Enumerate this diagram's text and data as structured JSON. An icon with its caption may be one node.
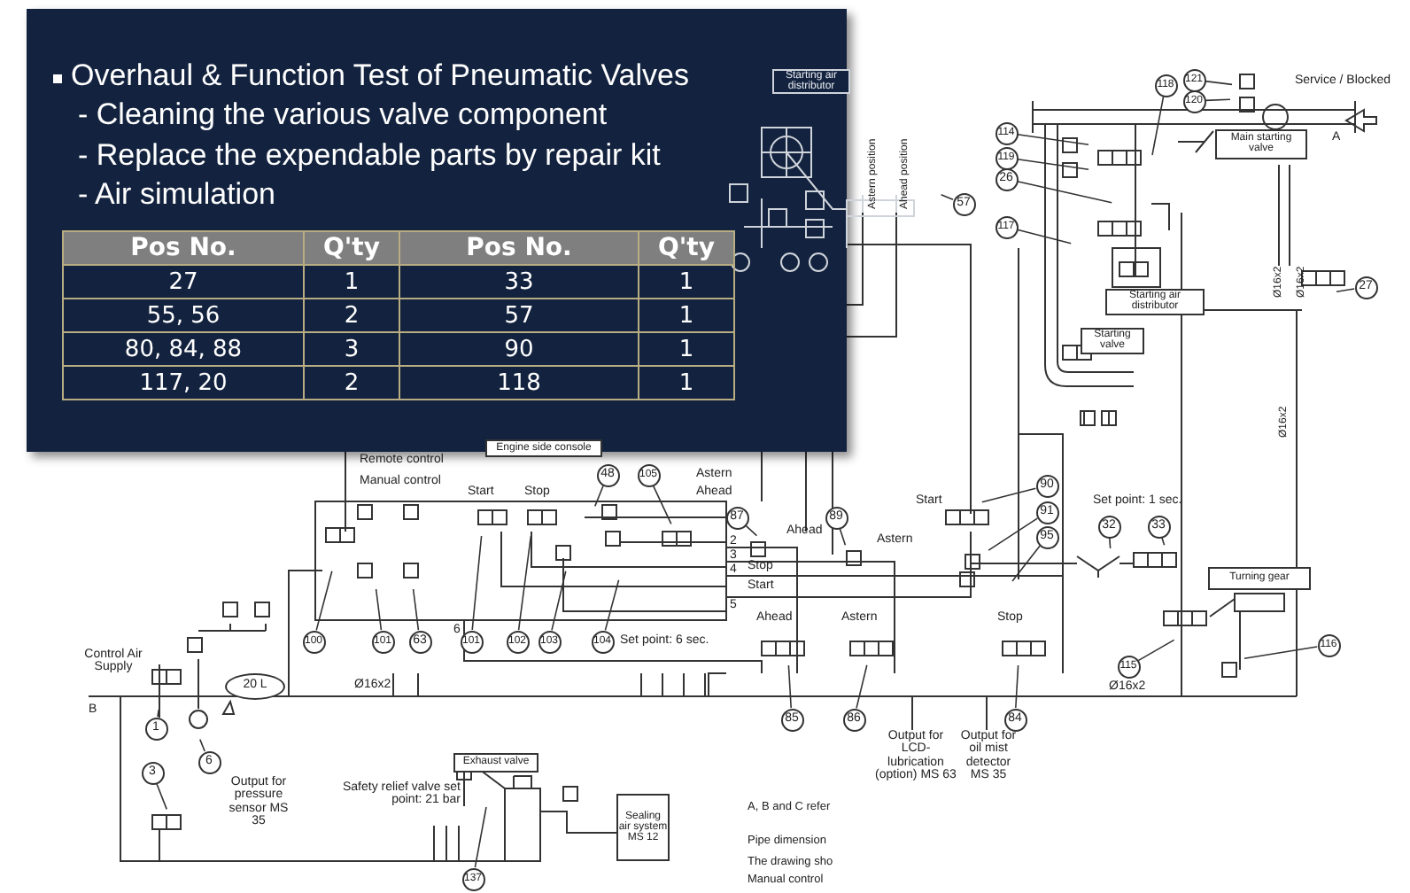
{
  "diagram": {
    "nodes": [
      {
        "text": [
          "Starting air distributor"
        ]
      },
      {
        "text": [
          "Main starting valve"
        ]
      },
      {
        "text": [
          "Starting air distributor"
        ]
      },
      {
        "text": [
          "Starting valve"
        ]
      },
      {
        "text": [
          "Engine side console"
        ]
      },
      {
        "text": [
          "Exhaust valve"
        ]
      },
      {
        "text": [
          "Sealing air system MS 12"
        ]
      },
      {
        "text": [
          "Turning gear"
        ]
      },
      {
        "text": [
          "20 L"
        ]
      },
      {
        "text": [
          "57"
        ]
      },
      {
        "text": [
          "121"
        ]
      },
      {
        "text": [
          "120"
        ]
      },
      {
        "text": [
          "118"
        ]
      },
      {
        "text": [
          "114"
        ]
      },
      {
        "text": [
          "119"
        ]
      },
      {
        "text": [
          "26"
        ]
      },
      {
        "text": [
          "117"
        ]
      },
      {
        "text": [
          "27"
        ]
      },
      {
        "text": [
          "48"
        ]
      },
      {
        "text": [
          "105"
        ]
      },
      {
        "text": [
          "100"
        ]
      },
      {
        "text": [
          "101"
        ]
      },
      {
        "text": [
          "63"
        ]
      },
      {
        "text": [
          "101"
        ]
      },
      {
        "text": [
          "102"
        ]
      },
      {
        "text": [
          "103"
        ]
      },
      {
        "text": [
          "104"
        ]
      },
      {
        "text": [
          "87"
        ]
      },
      {
        "text": [
          "89"
        ]
      },
      {
        "text": [
          "90"
        ]
      },
      {
        "text": [
          "91"
        ]
      },
      {
        "text": [
          "95"
        ]
      },
      {
        "text": [
          "32"
        ]
      },
      {
        "text": [
          "33"
        ]
      },
      {
        "text": [
          "115"
        ]
      },
      {
        "text": [
          "116"
        ]
      },
      {
        "text": [
          "85"
        ]
      },
      {
        "text": [
          "86"
        ]
      },
      {
        "text": [
          "84"
        ]
      },
      {
        "text": [
          "1"
        ]
      },
      {
        "text": [
          "6"
        ]
      },
      {
        "text": [
          "3"
        ]
      },
      {
        "text": [
          "137"
        ]
      }
    ],
    "edges": [
      {
        "from": 9,
        "to": null,
        "arrow": "none"
      },
      {
        "from": 10,
        "to": null,
        "arrow": "none"
      },
      {
        "from": 11,
        "to": null,
        "arrow": "none"
      },
      {
        "from": 12,
        "to": null,
        "arrow": "none"
      },
      {
        "from": 13,
        "to": null,
        "arrow": "none"
      },
      {
        "from": 14,
        "to": null,
        "arrow": "none"
      },
      {
        "from": 15,
        "to": null,
        "arrow": "none"
      },
      {
        "from": 16,
        "to": null,
        "arrow": "none"
      },
      {
        "from": 17,
        "to": null,
        "arrow": "none"
      },
      {
        "from": 18,
        "to": null,
        "arrow": "none"
      },
      {
        "from": 19,
        "to": null,
        "arrow": "none"
      },
      {
        "from": 20,
        "to": null,
        "arrow": "none"
      },
      {
        "from": 21,
        "to": null,
        "arrow": "none"
      },
      {
        "from": 22,
        "to": null,
        "arrow": "none"
      },
      {
        "from": 23,
        "to": null,
        "arrow": "none"
      },
      {
        "from": 24,
        "to": null,
        "arrow": "none"
      },
      {
        "from": 25,
        "to": null,
        "arrow": "none"
      },
      {
        "from": 26,
        "to": null,
        "arrow": "none"
      },
      {
        "from": 27,
        "to": null,
        "arrow": "none"
      },
      {
        "from": 28,
        "to": null,
        "arrow": "none"
      },
      {
        "from": 29,
        "to": null,
        "arrow": "none"
      },
      {
        "from": 30,
        "to": null,
        "arrow": "none"
      },
      {
        "from": 31,
        "to": null,
        "arrow": "none"
      },
      {
        "from": 32,
        "to": null,
        "arrow": "none"
      },
      {
        "from": 33,
        "to": null,
        "arrow": "none"
      },
      {
        "from": 34,
        "to": null,
        "arrow": "none"
      },
      {
        "from": 35,
        "to": null,
        "arrow": "none"
      },
      {
        "from": 36,
        "to": null,
        "arrow": "none"
      },
      {
        "from": 37,
        "to": null,
        "arrow": "none"
      },
      {
        "from": 38,
        "to": null,
        "arrow": "none"
      },
      {
        "from": 39,
        "to": null,
        "arrow": "none"
      },
      {
        "from": 40,
        "to": null,
        "arrow": "none"
      },
      {
        "from": 41,
        "to": null,
        "arrow": "none"
      },
      {
        "from": 42,
        "to": null,
        "arrow": "none"
      }
    ],
    "labels": [
      "Overhaul & Function Test of Pneumatic Valves",
      "- Cleaning the various valve component",
      "- Replace the expendable parts by repair kit",
      "- Air simulation",
      "Pos No.",
      "Q'ty",
      "Pos No.",
      "Q'ty",
      "27",
      "1",
      "33",
      "1",
      "55, 56",
      "2",
      "57",
      "1",
      "80, 84, 88",
      "3",
      "90",
      "1",
      "117, 20",
      "2",
      "118",
      "1",
      "Astern position",
      "Ahead position",
      "Service / Blocked",
      "A",
      "Ø16x2",
      "Ø16x2",
      "Ø16x2",
      "Remote control",
      "Manual control",
      "Start",
      "Stop",
      "Astern",
      "Ahead",
      "Ahead",
      "Astern",
      "Stop",
      "Start",
      "Start",
      "Set point: 1 sec.",
      "Set point: 6 sec.",
      "Ahead",
      "Astern",
      "Stop",
      "Control Air Supply",
      "B",
      "Ø16x2",
      "Ø16x2",
      "Output for pressure sensor MS 35",
      "Safety relief valve set point: 21 bar",
      "Output for LCD-lubrication (option) MS 63",
      "Output for oil mist detector MS 35",
      "A, B and C refer",
      "Pipe dimension",
      "The drawing sho",
      "Manual control",
      "2",
      "3",
      "4",
      "5",
      "6"
    ]
  }
}
